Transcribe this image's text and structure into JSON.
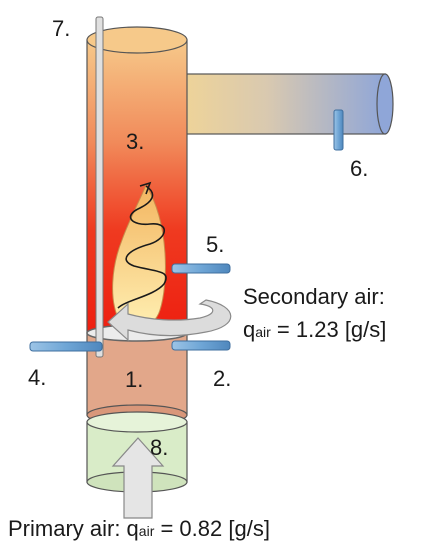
{
  "labels": {
    "n1": "1.",
    "n2": "2.",
    "n3": "3.",
    "n4": "4.",
    "n5": "5.",
    "n6": "6.",
    "n7": "7.",
    "n8": "8."
  },
  "secondary_air": {
    "title": "Secondary air:",
    "q_prefix": "q",
    "q_sub": "air",
    "q_value": " = 1.23 [g/s]"
  },
  "primary_air": {
    "prefix": "Primary air: q",
    "q_sub": "air",
    "q_value": " = 0.82 [g/s]"
  },
  "colors": {
    "chimney_top": "#f6c98a",
    "chimney_mid": "#f18a5a",
    "chimney_bottom": "#ee1f10",
    "lower_section": "#e2a78a",
    "air_box": "#d9ecc8",
    "pipe_start": "#f7d88f",
    "pipe_end": "#8fa6d8",
    "rod": "#6fa6d6",
    "flame_inner": "#fff0b3",
    "flame_outer": "#f3b560",
    "swirl_arrow": "#d9d9d9"
  }
}
